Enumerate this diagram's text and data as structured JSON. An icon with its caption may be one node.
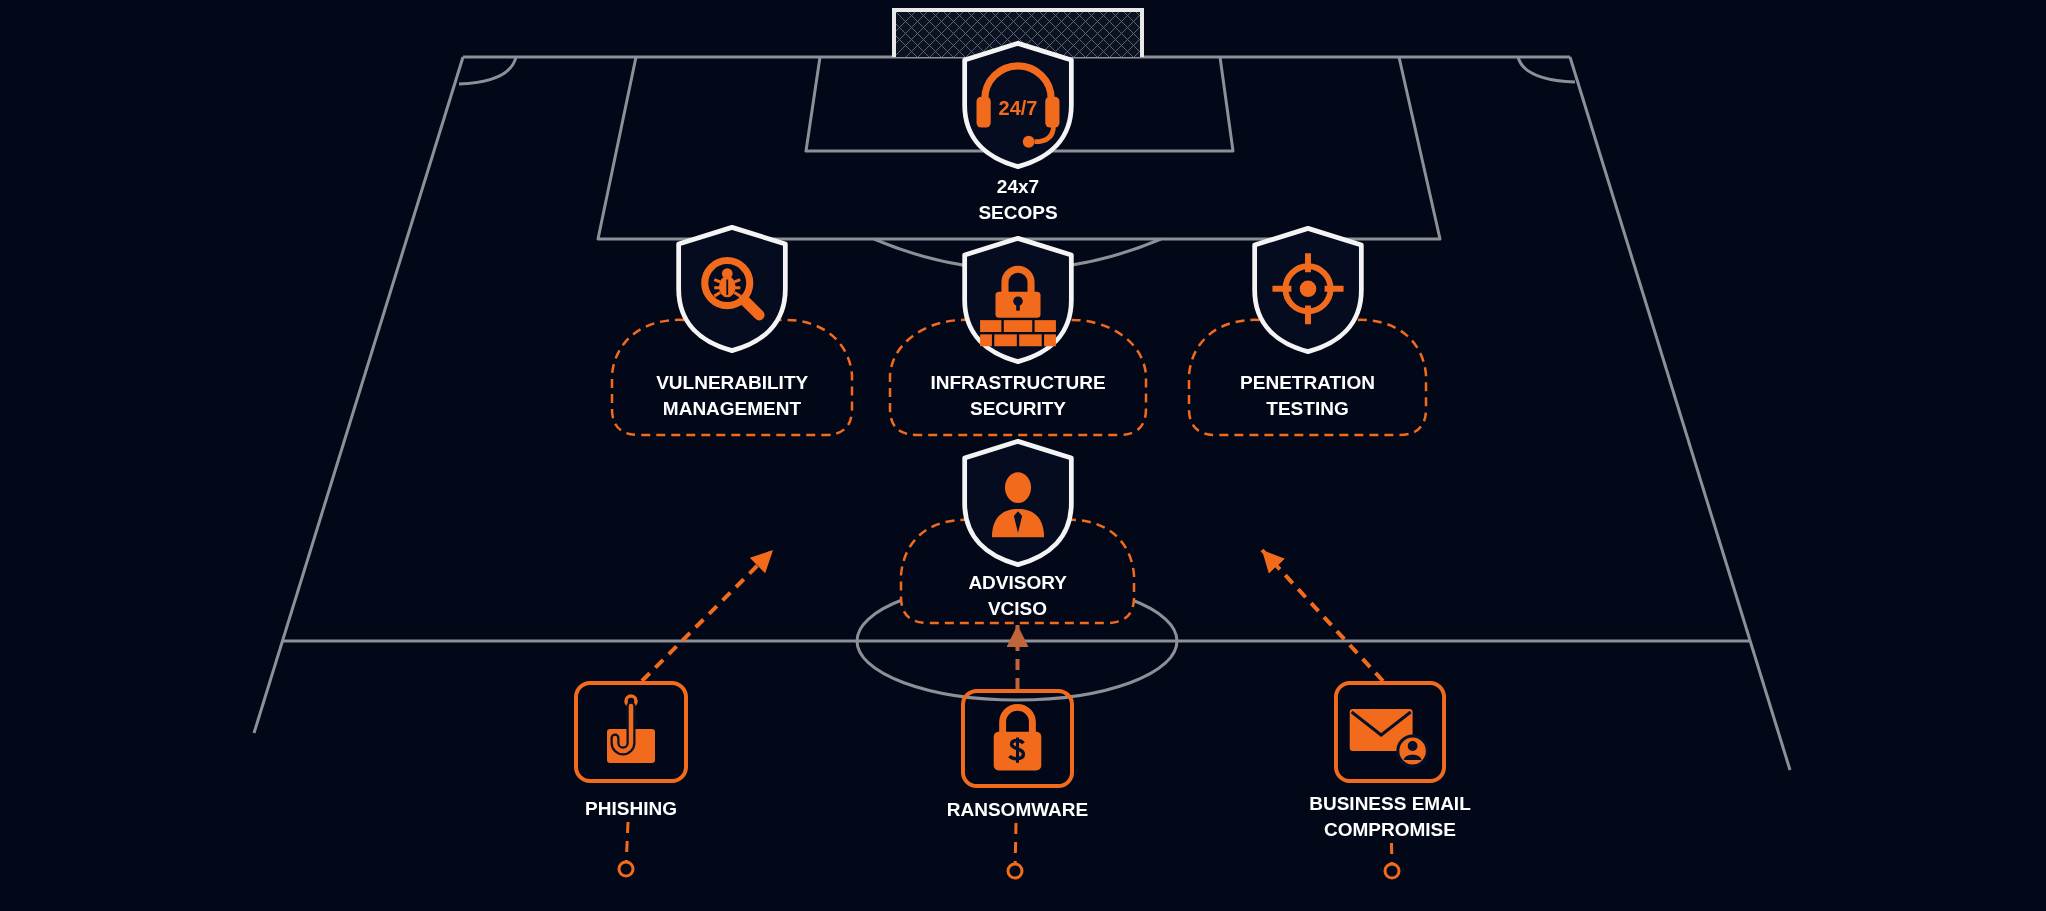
{
  "diagram": {
    "nodes": [
      {
        "text": [
          "24/7",
          "24x7 SECOPS"
        ]
      },
      {
        "text": [
          "VULNERABILITY MANAGEMENT"
        ]
      },
      {
        "text": [
          "INFRASTRUCTURE SECURITY"
        ]
      },
      {
        "text": [
          "PENETRATION TESTING"
        ]
      },
      {
        "text": [
          "ADVISORY VCISO"
        ]
      },
      {
        "text": [
          "PHISHING"
        ]
      },
      {
        "text": [
          "RANSOMWARE"
        ]
      },
      {
        "text": [
          "BUSINESS EMAIL COMPROMISE"
        ]
      },
      {
        "text": [],
        "shape": "circle"
      },
      {
        "text": [],
        "shape": "circle"
      },
      {
        "text": [],
        "shape": "circle"
      }
    ],
    "edges": [
      {
        "from": 5,
        "to": null,
        "arrow": "to",
        "style": "dashed"
      },
      {
        "from": 6,
        "to": 4,
        "arrow": "to",
        "style": "dashed",
        "color": "#c0653a"
      },
      {
        "from": 7,
        "to": null,
        "arrow": "to",
        "style": "dashed"
      },
      {
        "from": 5,
        "to": 8,
        "arrow": "none",
        "style": "dashed"
      },
      {
        "from": 6,
        "to": 9,
        "arrow": "none",
        "style": "dashed"
      },
      {
        "from": 7,
        "to": 10,
        "arrow": "none",
        "style": "dashed"
      }
    ]
  }
}
